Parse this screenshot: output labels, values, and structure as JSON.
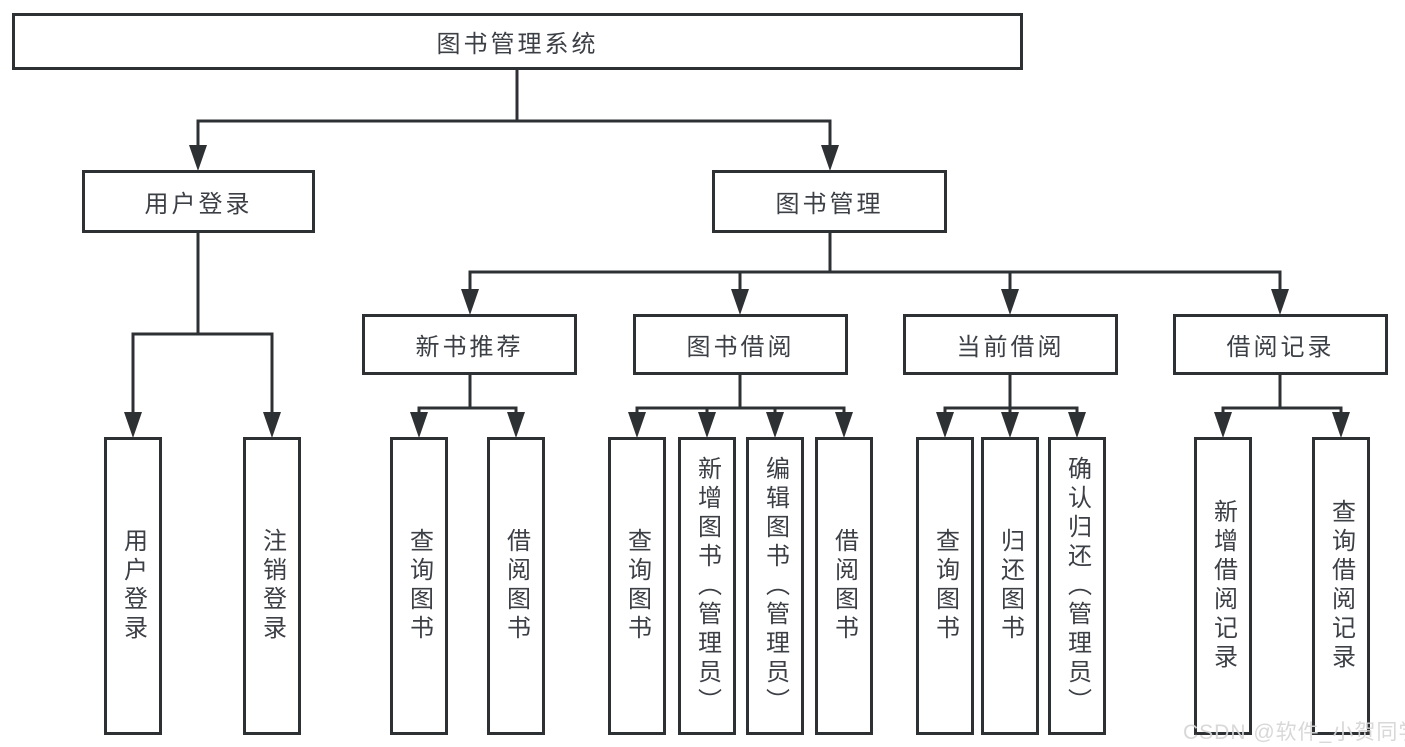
{
  "colors": {
    "line": "#2e3134",
    "text": "#3c4046",
    "background": "#ffffff",
    "watermark": "#d6d6d6"
  },
  "watermark": {
    "text": "CSDN @软件_小贺同学"
  },
  "tree": {
    "label": "图书管理系统",
    "children": [
      {
        "label": "用户登录",
        "children": [
          {
            "label": "用户登录"
          },
          {
            "label": "注销登录"
          }
        ]
      },
      {
        "label": "图书管理",
        "children": [
          {
            "label": "新书推荐",
            "children": [
              {
                "label": "查询图书"
              },
              {
                "label": "借阅图书"
              }
            ]
          },
          {
            "label": "图书借阅",
            "children": [
              {
                "label": "查询图书"
              },
              {
                "label": "新增图书（管理员）"
              },
              {
                "label": "编辑图书（管理员）"
              },
              {
                "label": "借阅图书"
              }
            ]
          },
          {
            "label": "当前借阅",
            "children": [
              {
                "label": "查询图书"
              },
              {
                "label": "归还图书"
              },
              {
                "label": "确认归还（管理员）"
              }
            ]
          },
          {
            "label": "借阅记录",
            "children": [
              {
                "label": "新增借阅记录"
              },
              {
                "label": "查询借阅记录"
              }
            ]
          }
        ]
      }
    ]
  }
}
